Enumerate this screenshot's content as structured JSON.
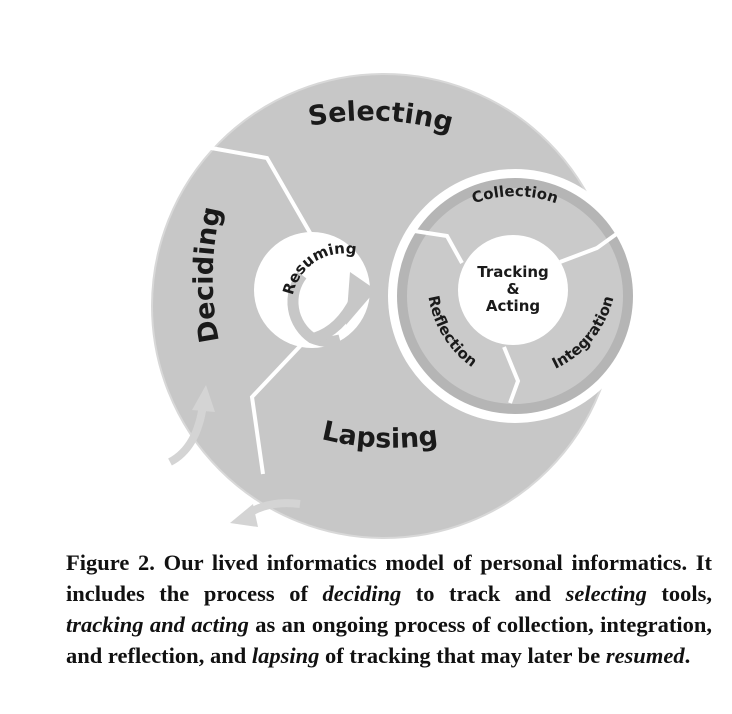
{
  "diagram": {
    "outer_stages": {
      "selecting": "Selecting",
      "deciding": "Deciding",
      "lapsing": "Lapsing",
      "resuming": "Resuming"
    },
    "inner_cycle": {
      "center": [
        "Tracking",
        "&",
        "Acting"
      ],
      "collection": "Collection",
      "integration": "Integration",
      "reflection": "Reflection"
    },
    "colors": {
      "outer_fill": "#c7c7c7",
      "inner_ring_fill": "#b5b5b5",
      "inner_segment_fill": "#cacaca",
      "outline": "#ffffff",
      "text": "#1a1a1a"
    }
  },
  "caption": {
    "label": "Figure 2.",
    "parts": [
      {
        "t": " Our lived informatics model of personal informatics. It includes the process of ",
        "i": false
      },
      {
        "t": "deciding",
        "i": true
      },
      {
        "t": " to track and ",
        "i": false
      },
      {
        "t": "selecting",
        "i": true
      },
      {
        "t": " tools, ",
        "i": false
      },
      {
        "t": "tracking and acting",
        "i": true
      },
      {
        "t": " as an ongoing process of collection, integration, and reflection, and ",
        "i": false
      },
      {
        "t": "lapsing",
        "i": true
      },
      {
        "t": " of tracking that may later be ",
        "i": false
      },
      {
        "t": "resumed",
        "i": true
      },
      {
        "t": ".",
        "i": false
      }
    ]
  }
}
